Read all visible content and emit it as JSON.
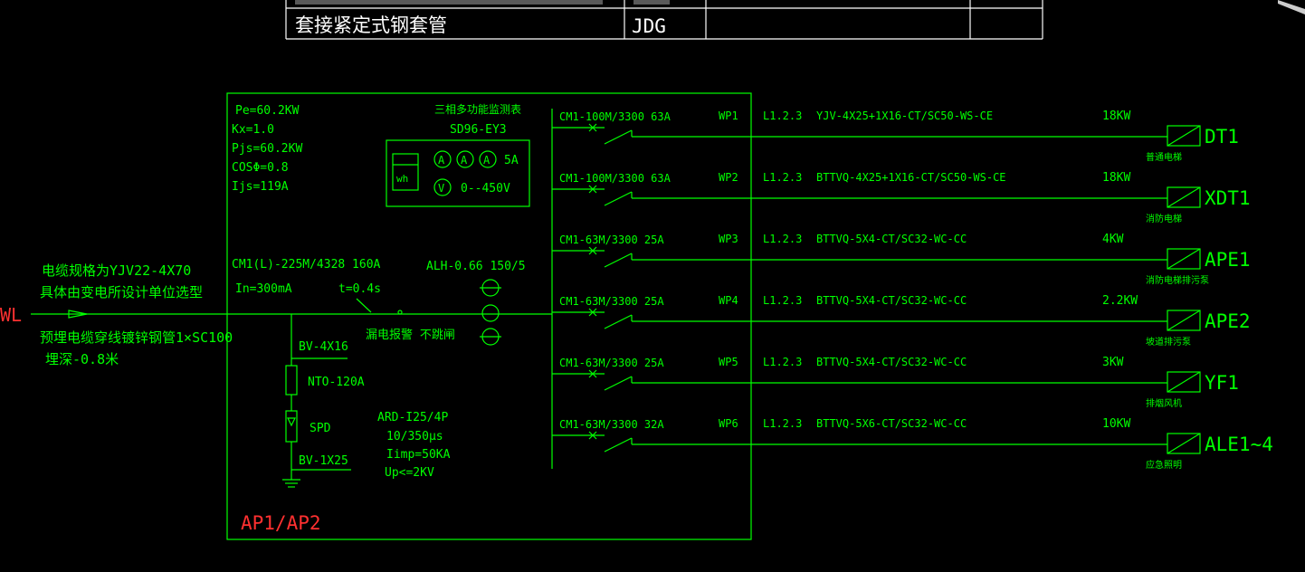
{
  "table": {
    "rows": [
      {
        "name": "套接紧定式钢套管",
        "code": "JDG"
      }
    ]
  },
  "incoming": {
    "label": "WL",
    "note1": "电缆规格为YJV22-4X70",
    "note2": "具体由变电所设计单位选型",
    "note3": "预埋电缆穿线镀锌钢管1×SC100",
    "note4": "埋深-0.8米"
  },
  "panel": {
    "name": "AP1/AP2",
    "params": [
      "Pe=60.2KW",
      "Kx=1.0",
      "Pjs=60.2KW",
      "COSΦ=0.8",
      "Ijs=119A"
    ],
    "meter_title": "三相多功能监测表",
    "meter_model": "SD96-EY3",
    "meter_wh": "wh",
    "meter_a": "A",
    "meter_v": "V",
    "meter_current": "5A",
    "meter_voltage": "0--450V",
    "main_breaker": "CM1(L)-225M/4328 160A",
    "leak_current": "In=300mA",
    "trip_time": "t=0.4s",
    "leak_note": "漏电报警 不跳闸",
    "ct": "ALH-0.66 150/5",
    "spd_wire": "BV-4X16",
    "fuse": "NTO-120A",
    "spd": "SPD",
    "spd_ground_wire": "BV-1X25",
    "spd_model": "ARD-I25/4P",
    "spd_wave": "10/350μs",
    "spd_imp": "Iimp=50KA",
    "spd_up": "Up<=2KV"
  },
  "circuits": [
    {
      "breaker": "CM1-100M/3300 63A",
      "id": "WP1",
      "phase": "L1.2.3",
      "cable": "YJV-4X25+1X16-CT/SC50-WS-CE",
      "power": "18KW",
      "load": "DT1",
      "desc": "普通电梯"
    },
    {
      "breaker": "CM1-100M/3300 63A",
      "id": "WP2",
      "phase": "L1.2.3",
      "cable": "BTTVQ-4X25+1X16-CT/SC50-WS-CE",
      "power": "18KW",
      "load": "XDT1",
      "desc": "消防电梯"
    },
    {
      "breaker": "CM1-63M/3300 25A",
      "id": "WP3",
      "phase": "L1.2.3",
      "cable": "BTTVQ-5X4-CT/SC32-WC-CC",
      "power": "4KW",
      "load": "APE1",
      "desc": "消防电梯排污泵"
    },
    {
      "breaker": "CM1-63M/3300 25A",
      "id": "WP4",
      "phase": "L1.2.3",
      "cable": "BTTVQ-5X4-CT/SC32-WC-CC",
      "power": "2.2KW",
      "load": "APE2",
      "desc": "坡道排污泵"
    },
    {
      "breaker": "CM1-63M/3300  25A",
      "id": "WP5",
      "phase": "L1.2.3",
      "cable": "BTTVQ-5X4-CT/SC32-WC-CC",
      "power": "3KW",
      "load": "YF1",
      "desc": "排烟风机"
    },
    {
      "breaker": "CM1-63M/3300 32A",
      "id": "WP6",
      "phase": "L1.2.3",
      "cable": "BTTVQ-5X6-CT/SC32-WC-CC",
      "power": "10KW",
      "load": "ALE1~4",
      "desc": "应急照明"
    }
  ]
}
